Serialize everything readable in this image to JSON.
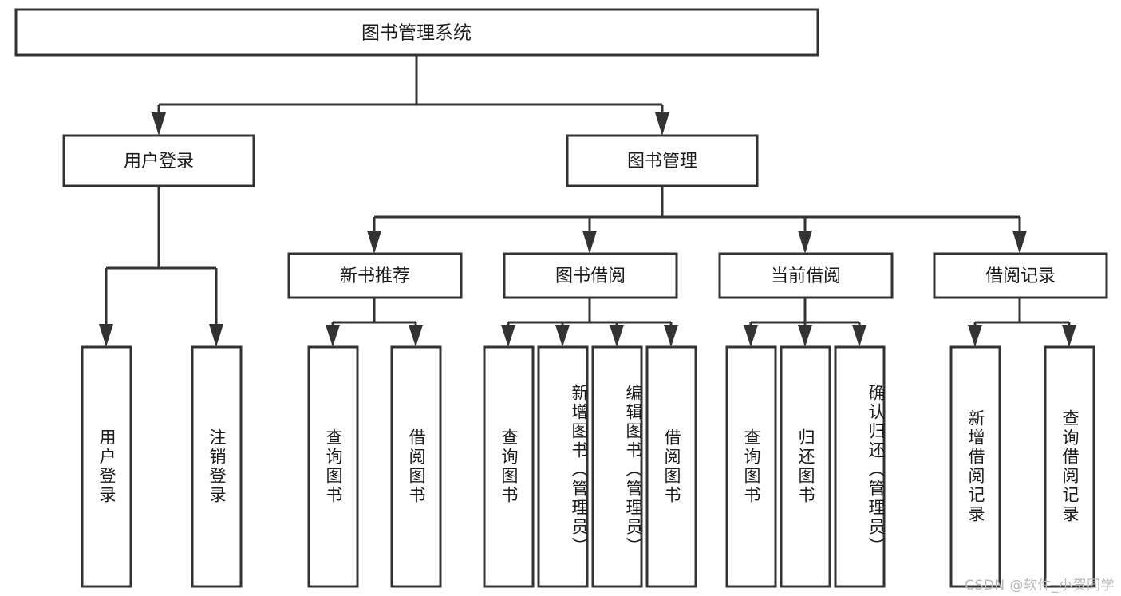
{
  "diagram": {
    "title": "图书管理系统",
    "type": "tree",
    "orientation": "top-down",
    "edge_style": "orthogonal-arrow",
    "colors": {
      "box_fill": "#ffffff",
      "box_stroke": "#333333",
      "text": "#1b1b1b",
      "watermark": "#b9b9b9",
      "background": "#ffffff"
    },
    "root": {
      "id": "root",
      "label": "图书管理系统"
    },
    "level1": [
      {
        "id": "user-login",
        "label": "用户登录"
      },
      {
        "id": "book-manage",
        "label": "图书管理"
      }
    ],
    "level2": [
      {
        "id": "new-book-recommend",
        "label": "新书推荐",
        "parent": "book-manage"
      },
      {
        "id": "book-borrow",
        "label": "图书借阅",
        "parent": "book-manage"
      },
      {
        "id": "current-borrow",
        "label": "当前借阅",
        "parent": "book-manage"
      },
      {
        "id": "borrow-record",
        "label": "借阅记录",
        "parent": "book-manage"
      }
    ],
    "leaves": {
      "user-login": [
        {
          "id": "leaf-user-login",
          "label": "用户登录"
        },
        {
          "id": "leaf-user-logout",
          "label": "注销登录"
        }
      ],
      "new-book-recommend": [
        {
          "id": "leaf-query-book-1",
          "label": "查询图书"
        },
        {
          "id": "leaf-borrow-book-1",
          "label": "借阅图书"
        }
      ],
      "book-borrow": [
        {
          "id": "leaf-query-book-2",
          "label": "查询图书"
        },
        {
          "id": "leaf-add-book",
          "label": "新增图书（管理员）"
        },
        {
          "id": "leaf-edit-book",
          "label": "编辑图书（管理员）"
        },
        {
          "id": "leaf-borrow-book-2",
          "label": "借阅图书"
        }
      ],
      "current-borrow": [
        {
          "id": "leaf-query-book-3",
          "label": "查询图书"
        },
        {
          "id": "leaf-return-book",
          "label": "归还图书"
        },
        {
          "id": "leaf-confirm-return",
          "label": "确认归还（管理员）"
        }
      ],
      "borrow-record": [
        {
          "id": "leaf-add-record",
          "label": "新增借阅记录"
        },
        {
          "id": "leaf-query-record",
          "label": "查询借阅记录"
        }
      ]
    }
  },
  "watermark": {
    "text": "CSDN @软件_小贺同学"
  }
}
